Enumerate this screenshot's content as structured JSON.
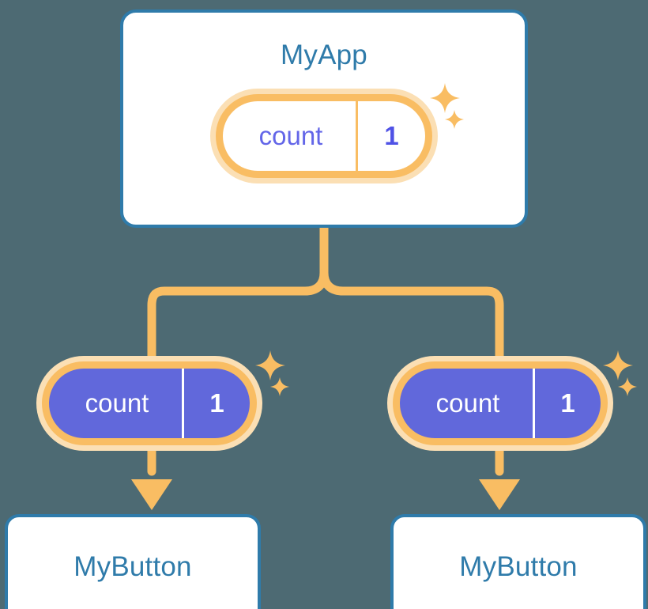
{
  "diagram": {
    "title_semantic": "react-state-propagation-tree",
    "background_color": "#4d6a73"
  },
  "palette": {
    "background": "#4d6a73",
    "card_border": "#2f7baa",
    "card_fill": "#ffffff",
    "card_text": "#2f7baa",
    "connector": "#f9bd63",
    "pill_ring": "#f9bd63",
    "pill_halo": "#fbdfb4",
    "pill_fill_purple": "#6168db",
    "pill_text_purple": "#6366e8",
    "pill_text_white": "#ffffff",
    "sparkle": "#f9bd63"
  },
  "app_card": {
    "title": "MyApp",
    "state_pill": {
      "key": "count",
      "value": "1",
      "style": "outline"
    }
  },
  "children": [
    {
      "state_pill": {
        "key": "count",
        "value": "1",
        "style": "filled"
      },
      "card_title": "MyButton"
    },
    {
      "state_pill": {
        "key": "count",
        "value": "1",
        "style": "filled"
      },
      "card_title": "MyButton"
    }
  ],
  "icons": {
    "sparkle_large": "sparkle-four-point-large",
    "sparkle_small": "sparkle-four-point-small",
    "arrow": "arrow-down"
  }
}
